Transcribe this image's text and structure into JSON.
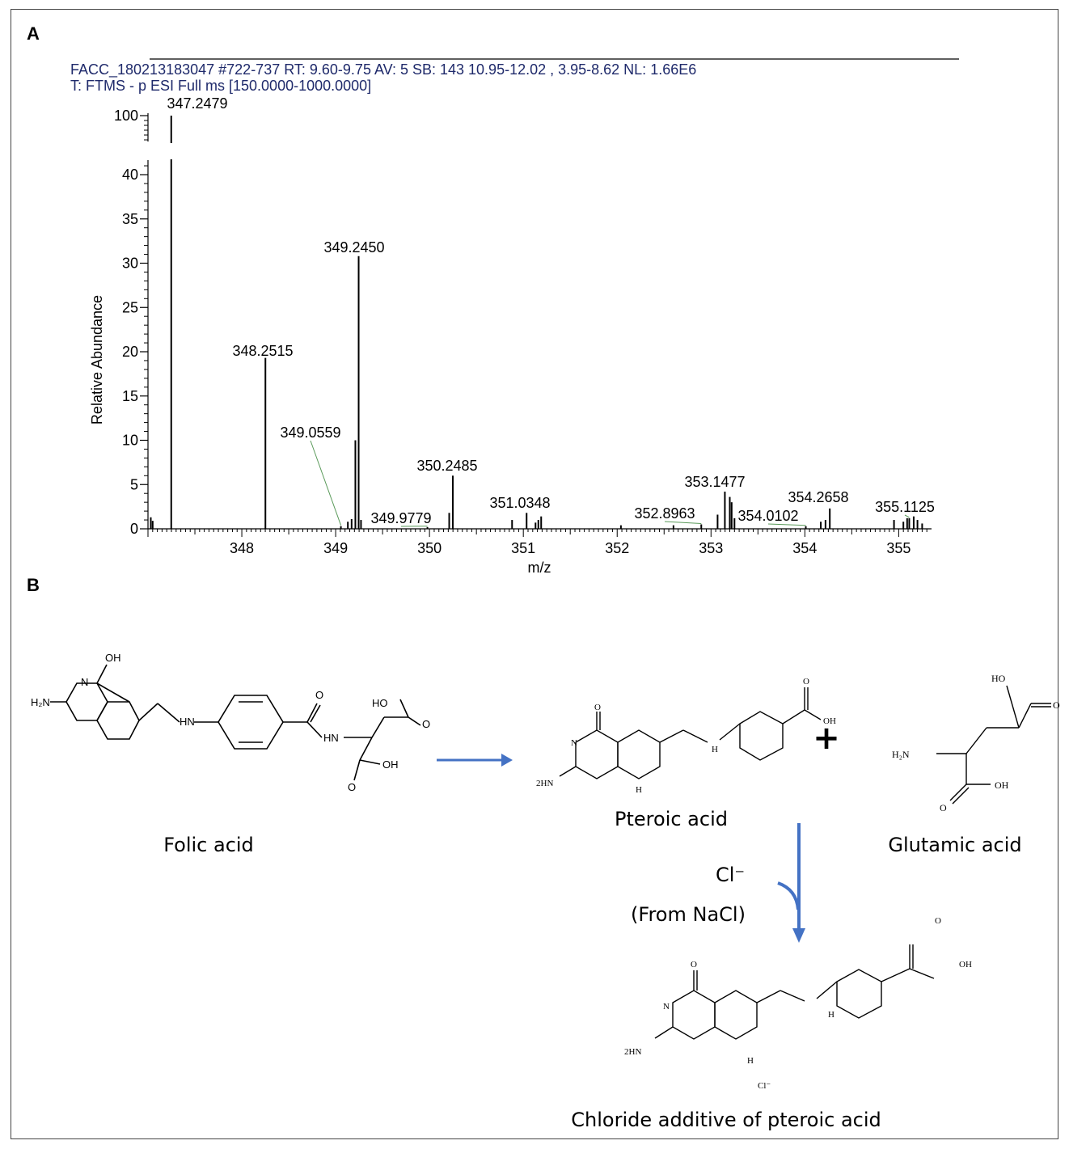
{
  "panels": {
    "a": "A",
    "b": "B"
  },
  "header": {
    "line1": "FACC_180213183047 #722-737   RT: 9.60-9.75   AV: 5   SB: 143  10.95-12.02 , 3.95-8.62   NL: 1.66E6",
    "line2": "T: FTMS - p ESI Full ms [150.0000-1000.0000]"
  },
  "chart_data": {
    "type": "bar",
    "xlabel": "m/z",
    "ylabel": "Relative Abundance",
    "xlim": [
      347.0,
      355.35
    ],
    "ylim": [
      0,
      100
    ],
    "axis_break": {
      "lower_max": 42,
      "upper_tick": 100
    },
    "x_ticks": [
      348,
      349,
      350,
      351,
      352,
      353,
      354,
      355
    ],
    "y_ticks": [
      0,
      5,
      10,
      15,
      20,
      25,
      30,
      35,
      40,
      100
    ],
    "labeled_peaks": [
      {
        "mz": 347.2479,
        "abundance": 100,
        "label": "347.2479"
      },
      {
        "mz": 348.2515,
        "abundance": 19.3,
        "label": "348.2515"
      },
      {
        "mz": 349.245,
        "abundance": 30.8,
        "label": "349.2450"
      },
      {
        "mz": 349.0559,
        "abundance": 0.3,
        "label": "349.0559"
      },
      {
        "mz": 350.2485,
        "abundance": 6.0,
        "label": "350.2485"
      },
      {
        "mz": 349.9779,
        "abundance": 0.2,
        "label": "349.9779"
      },
      {
        "mz": 351.0348,
        "abundance": 1.8,
        "label": "351.0348"
      },
      {
        "mz": 352.8963,
        "abundance": 0.5,
        "label": "352.8963"
      },
      {
        "mz": 353.1477,
        "abundance": 4.2,
        "label": "353.1477"
      },
      {
        "mz": 354.0102,
        "abundance": 0.3,
        "label": "354.0102"
      },
      {
        "mz": 354.2658,
        "abundance": 2.3,
        "label": "354.2658"
      },
      {
        "mz": 355.1125,
        "abundance": 1.2,
        "label": "355.1125"
      }
    ],
    "minor_peaks": [
      {
        "mz": 347.03,
        "abundance": 1.3
      },
      {
        "mz": 347.05,
        "abundance": 0.9
      },
      {
        "mz": 349.13,
        "abundance": 0.8
      },
      {
        "mz": 349.17,
        "abundance": 1.1
      },
      {
        "mz": 349.21,
        "abundance": 10.0
      },
      {
        "mz": 349.27,
        "abundance": 1.0
      },
      {
        "mz": 350.21,
        "abundance": 1.8
      },
      {
        "mz": 350.88,
        "abundance": 1.0
      },
      {
        "mz": 351.13,
        "abundance": 0.7
      },
      {
        "mz": 351.16,
        "abundance": 1.0
      },
      {
        "mz": 351.19,
        "abundance": 1.4
      },
      {
        "mz": 352.04,
        "abundance": 0.4
      },
      {
        "mz": 352.6,
        "abundance": 0.4
      },
      {
        "mz": 353.07,
        "abundance": 1.6
      },
      {
        "mz": 353.2,
        "abundance": 3.6
      },
      {
        "mz": 353.22,
        "abundance": 3.0
      },
      {
        "mz": 353.25,
        "abundance": 1.2
      },
      {
        "mz": 354.17,
        "abundance": 0.8
      },
      {
        "mz": 354.22,
        "abundance": 1.0
      },
      {
        "mz": 354.95,
        "abundance": 1.0
      },
      {
        "mz": 355.05,
        "abundance": 0.8
      },
      {
        "mz": 355.09,
        "abundance": 1.2
      },
      {
        "mz": 355.16,
        "abundance": 1.4
      },
      {
        "mz": 355.2,
        "abundance": 1.0
      },
      {
        "mz": 355.25,
        "abundance": 0.6
      }
    ]
  },
  "scheme": {
    "folic": "Folic acid",
    "pteroic": "Pteroic acid",
    "glutamic": "Glutamic acid",
    "chloride_ion": "Cl⁻",
    "from_nacl": "(From NaCl)",
    "product": "Chloride additive of pteroic acid",
    "plus": "+",
    "atoms": {
      "oh": "OH",
      "oh_small": "OH",
      "h2n": "H₂N",
      "n": "N",
      "hn": "HN",
      "h": "H",
      "ho": "HO",
      "o": "O",
      "nh2_2hn": "2HN",
      "h2n_stereo": "H₂N",
      "cl_small": "Cl⁻"
    }
  }
}
